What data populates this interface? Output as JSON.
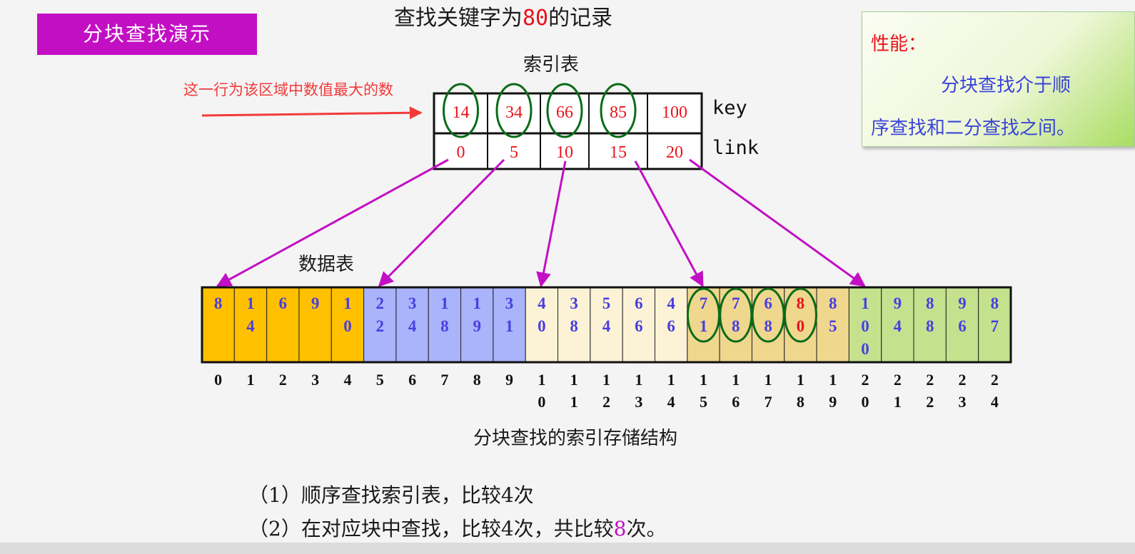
{
  "badge": "分块查找演示",
  "title": {
    "prefix": "查找关键字为",
    "key": "80",
    "suffix": "的记录"
  },
  "index_table": {
    "label": "索引表",
    "key_label": "key",
    "link_label": "link",
    "keys": [
      "14",
      "34",
      "66",
      "85",
      "100"
    ],
    "links": [
      "0",
      "5",
      "10",
      "15",
      "20"
    ],
    "circled_keys": [
      0,
      1,
      2,
      3
    ]
  },
  "note": "这一行为该区域中数值最大的数",
  "data_table": {
    "label": "数据表",
    "values": [
      "8",
      "14",
      "6",
      "9",
      "10",
      "22",
      "34",
      "18",
      "19",
      "31",
      "40",
      "38",
      "54",
      "66",
      "46",
      "71",
      "78",
      "68",
      "80",
      "85",
      "100",
      "94",
      "88",
      "96",
      "87"
    ],
    "indices": [
      "0",
      "1",
      "2",
      "3",
      "4",
      "5",
      "6",
      "7",
      "8",
      "9",
      "10",
      "11",
      "12",
      "13",
      "14",
      "15",
      "16",
      "17",
      "18",
      "19",
      "20",
      "21",
      "22",
      "23",
      "24"
    ],
    "block_colors": [
      "#ffc000",
      "#a9b4fb",
      "#fcf3d6",
      "#efd78e",
      "#c4e28d"
    ],
    "circled": [
      15,
      16,
      17,
      18
    ],
    "target_index": 18
  },
  "caption": "分块查找的索引存储结构",
  "steps": {
    "line1": "（1）顺序查找索引表，比较4次",
    "line2_prefix": "（2）在对应块中查找，比较4次，共比较",
    "line2_count": "8",
    "line2_suffix": "次。"
  },
  "performance": {
    "label": "性能：",
    "text_line1": "分块查找介于顺",
    "text_line2": "序查找和二分查找之间。"
  },
  "colors": {
    "badge": "#c20fc4",
    "accent_red": "#e8141c",
    "arrow_magenta": "#c20fc4",
    "circle_green": "#0a6b17",
    "data_text_blue": "#4a3ee0"
  }
}
